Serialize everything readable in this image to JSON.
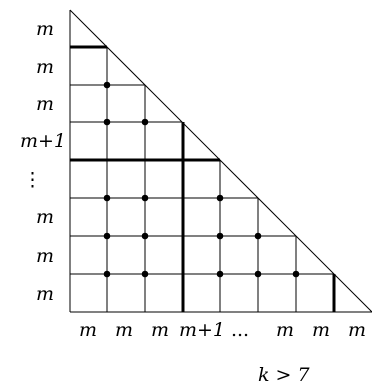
{
  "diagram": {
    "row_labels": [
      "m",
      "m",
      "m",
      "m+1",
      "⋮",
      "m",
      "m",
      "m"
    ],
    "column_labels": [
      "m",
      "m",
      "m",
      "m+1",
      "...",
      "m",
      "m",
      "m"
    ],
    "condition": "k > 7"
  }
}
